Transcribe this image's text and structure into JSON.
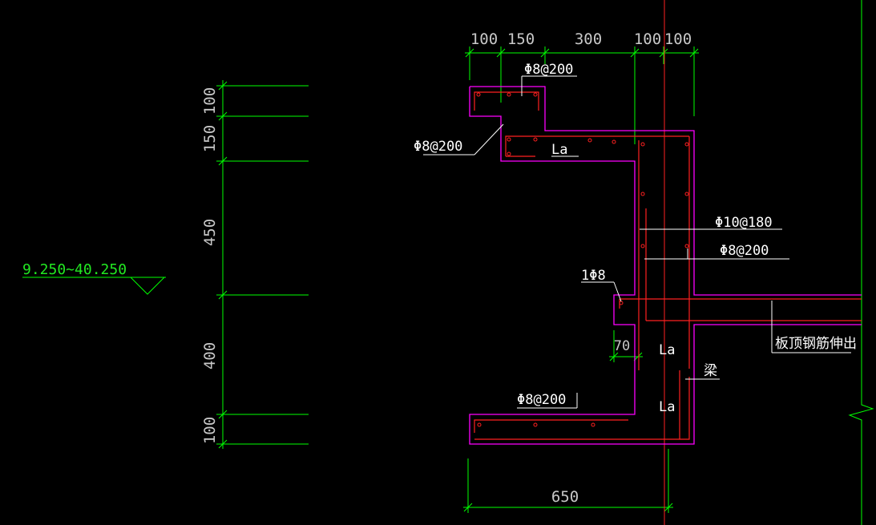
{
  "colors": {
    "background": "#000000",
    "dimension": "#00ff00",
    "outline": "#ff00ff",
    "rebar": "#ff2020",
    "axis": "#ff2020",
    "text": "#ffffff"
  },
  "left_dimensions": [
    "100",
    "150",
    "450",
    "400",
    "100"
  ],
  "level_label": "9.250~40.250",
  "top_dimensions": [
    "100",
    "150",
    "300",
    "100",
    "100"
  ],
  "bottom_dimension": "650",
  "small_dimension": "70",
  "labels": {
    "rebar_top": "Φ8@200",
    "rebar_left": "Φ8@200",
    "la_top": "La",
    "rebar_phi10": "Φ10@180",
    "rebar_phi8_right": "Φ8@200",
    "rebar_1phi8": "1Φ8",
    "la_middle": "La",
    "beam": "梁",
    "slab_note": "板顶钢筋伸出",
    "rebar_bottom": "Φ8@200",
    "la_bottom": "La"
  }
}
